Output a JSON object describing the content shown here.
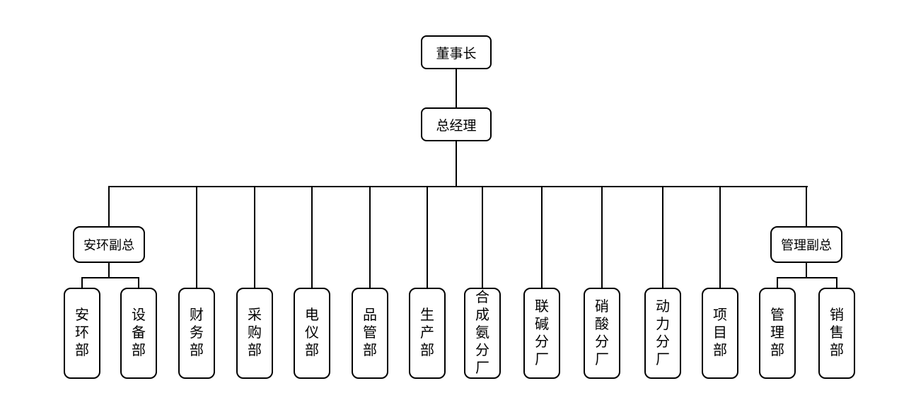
{
  "page": {
    "background_color": "#ffffff",
    "line_color": "#000000",
    "diagram_type": "org-chart"
  },
  "org_chart": {
    "chairman": "董事长",
    "general_manager": "总经理",
    "vice_presidents": [
      {
        "label": "安环副总",
        "children": [
          "安环部",
          "设备部"
        ]
      },
      {
        "label": "管理副总",
        "children": [
          "管理部",
          "销售部"
        ]
      }
    ],
    "departments": [
      "财务部",
      "采购部",
      "电仪部",
      "品管部",
      "生产部",
      "合成氨分厂",
      "联碱分厂",
      "硝酸分厂",
      "动力分厂",
      "项目部"
    ]
  }
}
